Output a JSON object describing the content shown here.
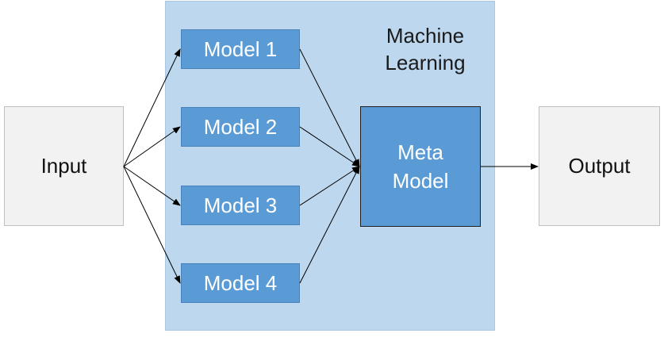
{
  "region": {
    "label_line1": "Machine",
    "label_line2": "Learning",
    "fill_color": "#bdd7ee"
  },
  "nodes": {
    "input": {
      "label": "Input"
    },
    "model_1": {
      "label": "Model 1"
    },
    "model_2": {
      "label": "Model 2"
    },
    "model_3": {
      "label": "Model 3"
    },
    "model_4": {
      "label": "Model 4"
    },
    "meta_model": {
      "label_line1": "Meta",
      "label_line2": "Model"
    },
    "output": {
      "label": "Output"
    }
  },
  "colors": {
    "model_fill": "#5b9bd5",
    "io_fill": "#f2f2f2",
    "arrow": "#000000"
  }
}
